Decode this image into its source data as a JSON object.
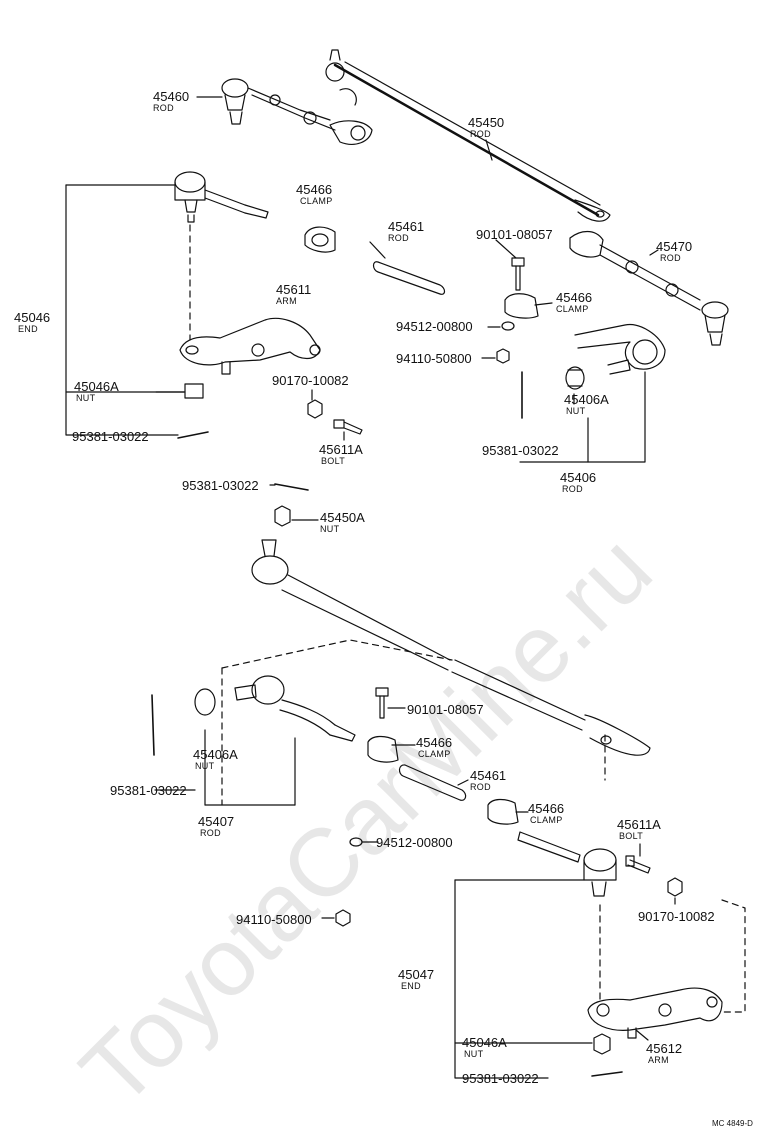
{
  "watermark": "ToyotaCarMine.ru",
  "footer_code": "MC 4849-D",
  "parts": {
    "p45460": {
      "num": "45460",
      "name": "ROD"
    },
    "p45450": {
      "num": "45450",
      "name": "ROD"
    },
    "p45466_top": {
      "num": "45466",
      "name": "CLAMP"
    },
    "p45461_top": {
      "num": "45461",
      "name": "ROD"
    },
    "p90101_top": {
      "num": "90101-08057"
    },
    "p45470": {
      "num": "45470",
      "name": "ROD"
    },
    "p45046": {
      "num": "45046",
      "name": "END"
    },
    "p45611": {
      "num": "45611",
      "name": "ARM"
    },
    "p45466_mid": {
      "num": "45466",
      "name": "CLAMP"
    },
    "p94512_top": {
      "num": "94512-00800"
    },
    "p94110_top": {
      "num": "94110-50800"
    },
    "p45046A_top": {
      "num": "45046A",
      "name": "NUT"
    },
    "p90170_top": {
      "num": "90170-10082"
    },
    "p45406A_top": {
      "num": "45406A",
      "name": "NUT"
    },
    "p45611A_top": {
      "num": "45611A",
      "name": "BOLT"
    },
    "p95381_topleft": {
      "num": "95381-03022"
    },
    "p95381_topright": {
      "num": "95381-03022"
    },
    "p45406": {
      "num": "45406",
      "name": "ROD"
    },
    "p95381_mid": {
      "num": "95381-03022"
    },
    "p45450A": {
      "num": "45450A",
      "name": "NUT"
    },
    "p90101_bot": {
      "num": "90101-08057"
    },
    "p45466_bot1": {
      "num": "45466",
      "name": "CLAMP"
    },
    "p45406A_bot": {
      "num": "45406A",
      "name": "NUT"
    },
    "p45461_bot": {
      "num": "45461",
      "name": "ROD"
    },
    "p95381_botleft": {
      "num": "95381-03022"
    },
    "p45466_bot2": {
      "num": "45466",
      "name": "CLAMP"
    },
    "p45407": {
      "num": "45407",
      "name": "ROD"
    },
    "p45611A_bot": {
      "num": "45611A",
      "name": "BOLT"
    },
    "p94512_bot": {
      "num": "94512-00800"
    },
    "p94110_bot": {
      "num": "94110-50800"
    },
    "p90170_bot": {
      "num": "90170-10082"
    },
    "p45047": {
      "num": "45047",
      "name": "END"
    },
    "p45046A_bot": {
      "num": "45046A",
      "name": "NUT"
    },
    "p45612": {
      "num": "45612",
      "name": "ARM"
    },
    "p95381_bot": {
      "num": "95381-03022"
    }
  }
}
